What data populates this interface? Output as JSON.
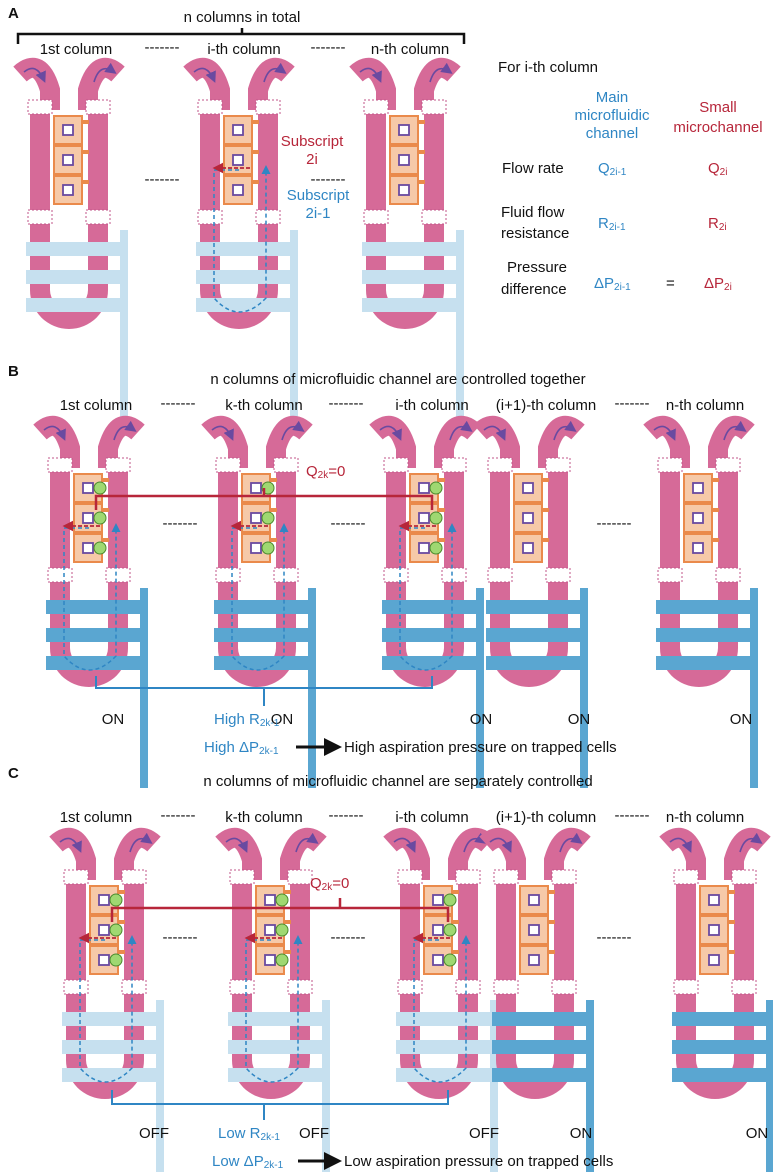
{
  "colors": {
    "pink": "#d66a98",
    "pink_dark": "#c2568a",
    "orange_box": "#f6c9a8",
    "orange_edge": "#ea8a4b",
    "blue_bright": "#5aa6d1",
    "blue_pale": "#c6e0ef",
    "red_line": "#b7263a",
    "blue_text": "#2f86c4",
    "cell_green": "#9fd871",
    "purple": "#6a4aa0"
  },
  "panelA": {
    "letter": "A",
    "total": "n columns in total",
    "col_first": "1st column",
    "col_i": "i-th column",
    "col_n": "n-th column",
    "dashes": "-------",
    "subscript_red_1": "Subscript",
    "subscript_red_2": "2i",
    "subscript_blue_1": "Subscript",
    "subscript_blue_2": "2i-1",
    "table": {
      "title": "For i-th column",
      "main_1": "Main",
      "main_2": "microfluidic",
      "main_3": "channel",
      "small_1": "Small",
      "small_2": "microchannel",
      "flow_label": "Flow rate",
      "flow_main": "Q",
      "flow_main_sub": "2i-1",
      "flow_small": "Q",
      "flow_small_sub": "2i",
      "res_label_1": "Fluid flow",
      "res_label_2": "resistance",
      "res_main": "R",
      "res_main_sub": "2i-1",
      "res_small": "R",
      "res_small_sub": "2i",
      "p_label_1": "Pressure",
      "p_label_2": "difference",
      "p_main": "ΔP",
      "p_main_sub": "2i-1",
      "p_eq": "=",
      "p_small": "ΔP",
      "p_small_sub": "2i"
    }
  },
  "panelB": {
    "letter": "B",
    "title": "n columns of microfluidic channel are controlled together",
    "col_first": "1st column",
    "col_k": "k-th column",
    "col_i": "i-th column",
    "col_i1": "(i+1)-th column",
    "col_n": "n-th column",
    "dashes": "-------",
    "q_label": "Q",
    "q_sub": "2k",
    "q_val": "=0",
    "r_label": "High R",
    "r_sub": "2k-1",
    "p_label": "High ΔP",
    "p_sub": "2k-1",
    "conclusion": "High aspiration pressure on trapped cells",
    "switch_1": "ON",
    "switch_2": "ON",
    "switch_3": "ON",
    "switch_4": "ON",
    "switch_5": "ON"
  },
  "panelC": {
    "letter": "C",
    "title": "n columns of microfluidic channel are separately controlled",
    "col_first": "1st column",
    "col_k": "k-th column",
    "col_i": "i-th column",
    "col_i1": "(i+1)-th column",
    "col_n": "n-th column",
    "dashes": "-------",
    "q_label": "Q",
    "q_sub": "2k",
    "q_val": "=0",
    "r_label": "Low R",
    "r_sub": "2k-1",
    "p_label": "Low ΔP",
    "p_sub": "2k-1",
    "conclusion": "Low aspiration pressure on trapped cells",
    "switch_1": "OFF",
    "switch_2": "OFF",
    "switch_3": "OFF",
    "switch_4": "ON",
    "switch_5": "ON"
  }
}
